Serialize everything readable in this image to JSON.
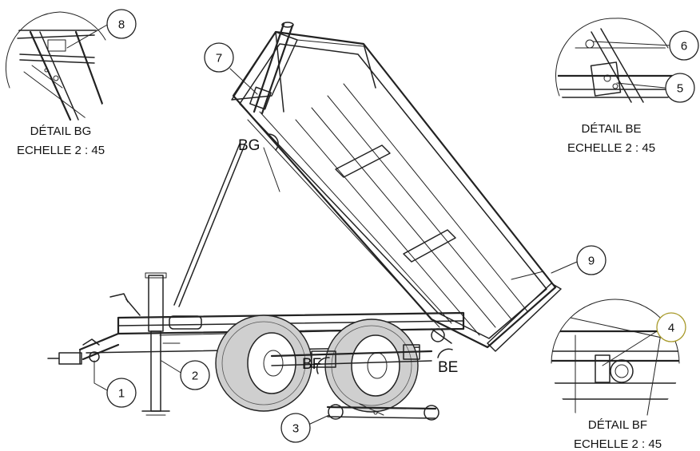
{
  "callouts": {
    "c1": "1",
    "c2": "2",
    "c3": "3",
    "c4": "4",
    "c5": "5",
    "c6": "6",
    "c7": "7",
    "c8": "8",
    "c9": "9"
  },
  "details": {
    "bg": {
      "title": "DÉTAIL BG",
      "scale": "ECHELLE 2 : 45"
    },
    "be": {
      "title": "DÉTAIL BE",
      "scale": "ECHELLE 2 : 45"
    },
    "bf": {
      "title": "DÉTAIL BF",
      "scale": "ECHELLE 2 : 45"
    }
  },
  "section_marks": {
    "bg": "BG",
    "bf": "BF",
    "be": "BE"
  },
  "colors": {
    "line": "#222222",
    "highlight_callout": "#a89a2a"
  }
}
